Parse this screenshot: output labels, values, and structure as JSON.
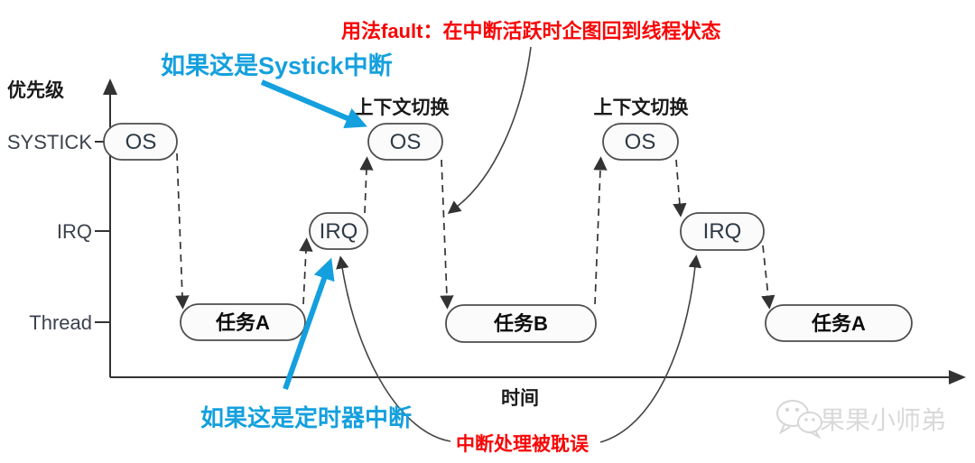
{
  "diagram": {
    "usage_fault_note": "用法fault：在中断活跃时企图回到线程状态",
    "systick_note": "如果这是Systick中断",
    "timer_note": "如果这是定时器中断",
    "delay_note": "中断处理被耽误",
    "context_switch_left": "上下文切换",
    "context_switch_right": "上下文切换"
  },
  "axes": {
    "y_title": "优先级",
    "x_title": "时间",
    "levels": [
      {
        "label": "SYSTICK"
      },
      {
        "label": "IRQ"
      },
      {
        "label": "Thread"
      }
    ]
  },
  "nodes": [
    {
      "label": "OS",
      "level": "SYSTICK"
    },
    {
      "label": "任务A",
      "level": "Thread"
    },
    {
      "label": "IRQ",
      "level": "IRQ"
    },
    {
      "label": "OS",
      "level": "SYSTICK"
    },
    {
      "label": "任务B",
      "level": "Thread"
    },
    {
      "label": "OS",
      "level": "SYSTICK"
    },
    {
      "label": "IRQ",
      "level": "IRQ"
    },
    {
      "label": "任务A",
      "level": "Thread"
    }
  ],
  "watermark": {
    "text": "果果小师弟",
    "icon": "wechat-icon"
  },
  "colors": {
    "annotation_red": "#f80606",
    "annotation_blue": "#14a0de",
    "ink": "#333333",
    "node_fill": "#fbfbfb",
    "node_border": "#4d4d4d",
    "watermark_gray": "#d9d9d9"
  }
}
